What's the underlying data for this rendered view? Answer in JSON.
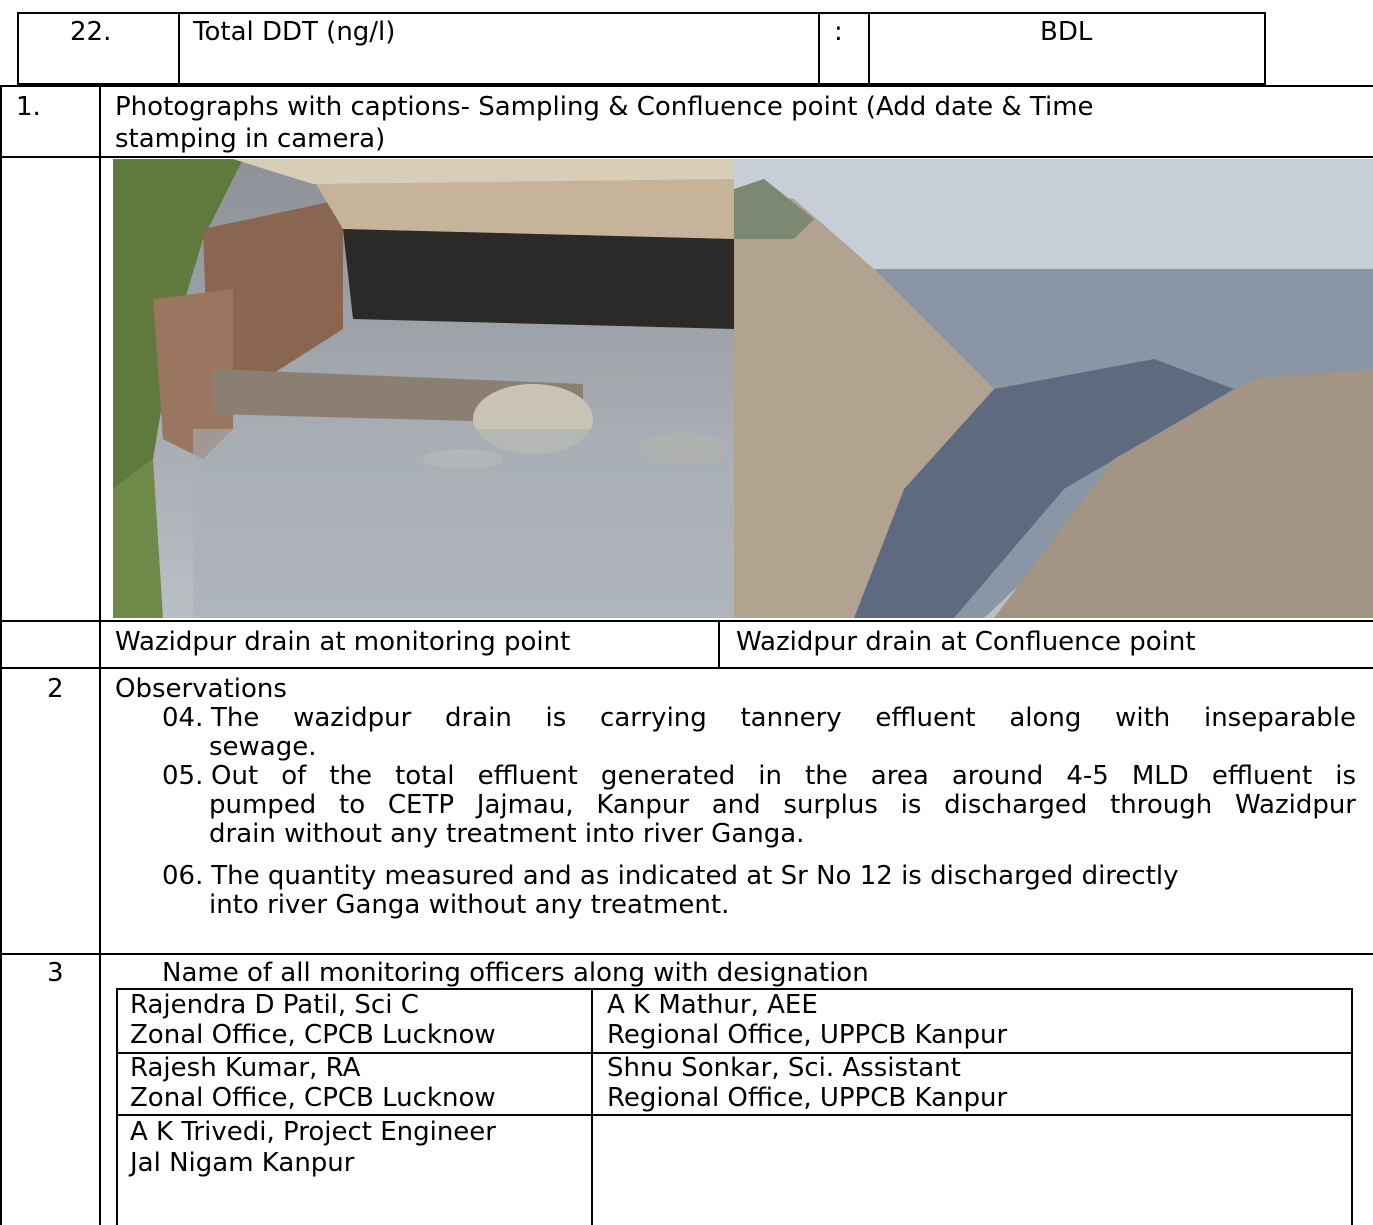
{
  "top_row": {
    "sr": "22.",
    "parameter": "Total DDT (ng/l)",
    "colon": ":",
    "value": "BDL"
  },
  "row1": {
    "num": "1.",
    "title_line1": "Photographs with captions- Sampling & Confluence point (Add date & Time",
    "title_line2": "stamping in camera)"
  },
  "captions": {
    "left": "Wazidpur drain at monitoring point",
    "right": "Wazidpur drain at Confluence point"
  },
  "row2": {
    "num": "2",
    "heading": "Observations",
    "items": [
      {
        "num": "04.",
        "line1": "The wazidpur drain is carrying tannery effluent along with inseparable",
        "line2": "sewage."
      },
      {
        "num": "05.",
        "line1": "Out of the total effluent generated in the area around 4-5 MLD effluent is",
        "line2": "pumped to CETP Jajmau, Kanpur and surplus is discharged through Wazidpur",
        "line3": "drain without any treatment into river Ganga."
      },
      {
        "num": "06.",
        "line1": " The quantity measured and as indicated at Sr No 12 is discharged directly",
        "line2": "into river Ganga without any treatment."
      }
    ]
  },
  "row3": {
    "num": "3",
    "heading": "Name of all monitoring officers along with designation",
    "officers": [
      {
        "name": "Rajendra D Patil, Sci C",
        "office": "Zonal Office, CPCB Lucknow"
      },
      {
        "name": "A K Mathur, AEE",
        "office": "Regional Office, UPPCB Kanpur"
      },
      {
        "name": "Rajesh Kumar, RA",
        "office": "Zonal Office, CPCB Lucknow"
      },
      {
        "name": "Shnu Sonkar, Sci. Assistant",
        "office": "Regional Office, UPPCB Kanpur"
      },
      {
        "name": "A K Trivedi, Project Engineer",
        "office": "Jal Nigam Kanpur"
      }
    ]
  }
}
